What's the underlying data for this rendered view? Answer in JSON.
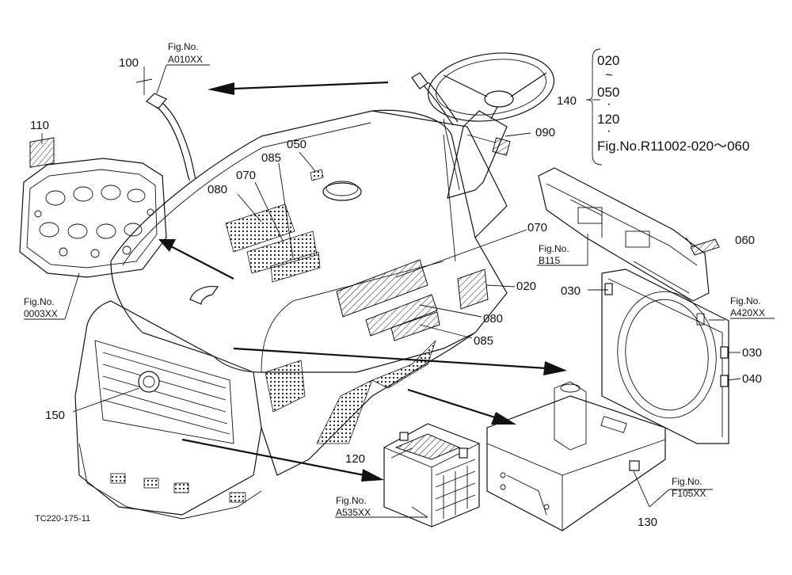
{
  "drawing_code": "TC220-175-11",
  "callouts": {
    "p100": "100",
    "p110": "110",
    "p050": "050",
    "p085a": "085",
    "p070a": "070",
    "p080a": "080",
    "p090": "090",
    "p140": "140",
    "p070b": "070",
    "p020": "020",
    "p060": "060",
    "p030a": "030",
    "p080b": "080",
    "p085b": "085",
    "p030b": "030",
    "p040": "040",
    "p150": "150",
    "p120": "120",
    "p130": "130"
  },
  "bracket_group": {
    "line1": "020",
    "line2": "~",
    "line3": "050",
    "line4": "·",
    "line5": "120",
    "line6": "·",
    "line7": "Fig.No.R11002-020～060"
  },
  "figure_refs": {
    "a010": {
      "label": "Fig.No.",
      "code": "A010XX"
    },
    "b115": {
      "label": "Fig.No.",
      "code": "B115"
    },
    "a420": {
      "label": "Fig.No.",
      "code": "A420XX"
    },
    "f105": {
      "label": "Fig.No.",
      "code": "F105XX"
    },
    "a535": {
      "label": "Fig.No.",
      "code": "A535XX"
    },
    "c0003": {
      "label": "Fig.No.",
      "code": "0003XX"
    }
  }
}
